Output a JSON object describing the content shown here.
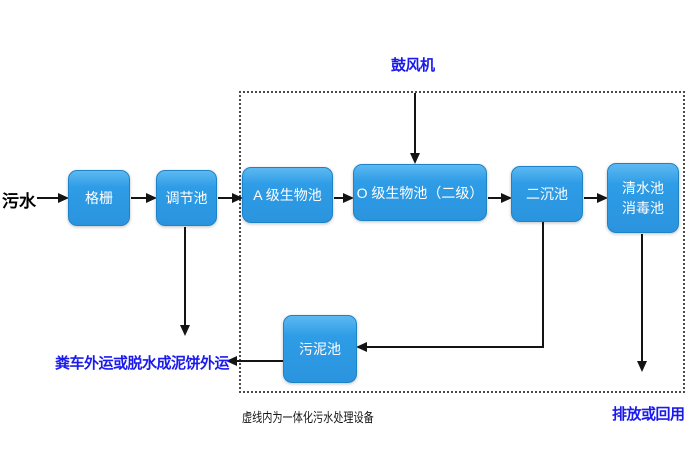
{
  "nodes": {
    "grating": "格栅",
    "regulating_tank": "调节池",
    "a_bio_tank": "A 级生物池",
    "o_bio_tank": "O 级生物池（二级）",
    "secondary_sedimentation_tank": "二沉池",
    "clear_water_tank_line1": "清水池",
    "clear_water_tank_line2": "消毒池",
    "sludge_tank": "污泥池"
  },
  "labels": {
    "influent": "污水",
    "blower": "鼓风机",
    "sludge_disposal": "粪车外运或脱水成泥饼外运",
    "dashed_box_caption": "虚线内为一体化污水处理设备",
    "discharge_reuse": "排放或回用"
  },
  "colors": {
    "node_fill": "#2E9CE6",
    "node_fill_highlight": "#5CB9F1",
    "node_border": "#1E83C6",
    "node_text": "#FFFFFF",
    "accent_label_blue": "#1A1AEE",
    "line": "#141414",
    "dashed_border": "#4A4A4A",
    "background": "#FFFFFF"
  }
}
